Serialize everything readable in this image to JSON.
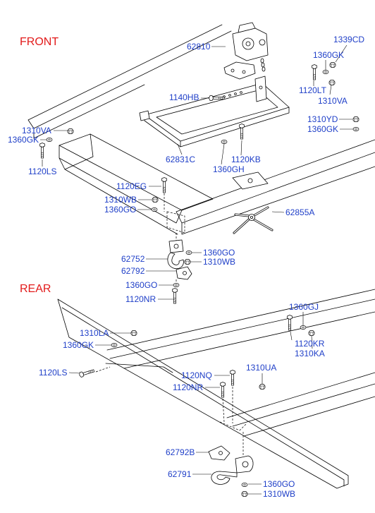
{
  "diagram": {
    "front": {
      "title": "FRONT",
      "parts": [
        "62810",
        "1339CD",
        "1360GK",
        "1120LT",
        "1310VA",
        "1140HB",
        "1310VA",
        "1360GK",
        "1120LS",
        "1310YD",
        "1360GK",
        "62831C",
        "1120KB",
        "1360GH",
        "1120EG",
        "1310WB",
        "1360GO",
        "62855A",
        "62752",
        "1360GO",
        "1310WB",
        "62792",
        "1360GO",
        "1120NR"
      ]
    },
    "rear": {
      "title": "REAR",
      "parts": [
        "1360GJ",
        "1310LA",
        "1360GK",
        "1120KR",
        "1310KA",
        "1120LS",
        "1120NQ",
        "1310UA",
        "1120NR",
        "62792B",
        "62791",
        "1360GO",
        "1310WB"
      ]
    }
  },
  "colors": {
    "section_title": "#e21b1b",
    "part_label": "#1f3fc8",
    "line_art": "#000000",
    "background": "#ffffff"
  }
}
